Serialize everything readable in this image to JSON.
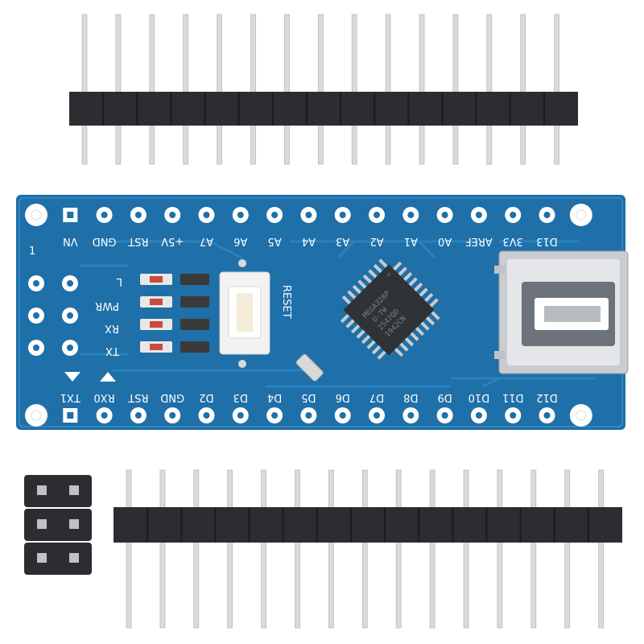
{
  "scene": {
    "subject": "Arduino Nano board with pin headers",
    "colors": {
      "background": "#ffffff",
      "pcb": "#1f6fa8",
      "pcb_dark": "#185b8c",
      "pcb_trace": "#2a82bd",
      "header_plastic": "#2b2d31",
      "pin_metal": "#d9dadb"
    }
  },
  "board": {
    "top_labels": [
      "VN",
      "GND",
      "RST",
      "+5V",
      "A7",
      "A6",
      "A5",
      "A4",
      "A3",
      "A2",
      "A1",
      "A0",
      "AREF",
      "3V3",
      "D13"
    ],
    "bottom_labels": [
      "TX1",
      "RX0",
      "RST",
      "GND",
      "D2",
      "D3",
      "D4",
      "D5",
      "D6",
      "D7",
      "D8",
      "D9",
      "D10",
      "D11",
      "D12"
    ],
    "pin_one_mark": "1",
    "led_labels": [
      "L",
      "PWR",
      "RX",
      "TX"
    ],
    "reset_label": "RESET",
    "chip_text": [
      "MEGA328P",
      "U-TW",
      "2547QD",
      "1942CN"
    ]
  },
  "headers": {
    "top_pin_count": 15,
    "bottom_pin_count": 15,
    "icsp_pin_count": 6
  }
}
